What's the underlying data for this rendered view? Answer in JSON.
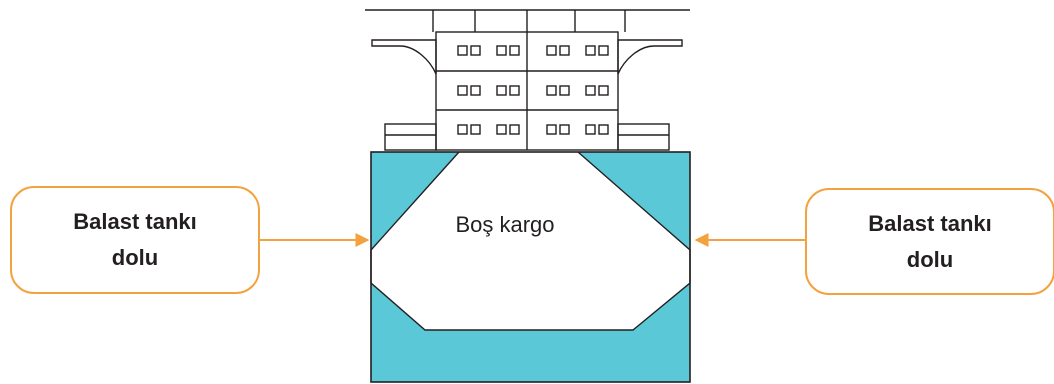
{
  "colors": {
    "ballast": "#5ac8d6",
    "hull_outline": "#231f20",
    "arrow": "#f3a23f",
    "callout_border": "#f3a23f"
  },
  "labels": {
    "cargo": "Boş kargo",
    "left_tank_line1": "Balast tankı",
    "left_tank_line2": "dolu",
    "right_tank_line1": "Balast tankı",
    "right_tank_line2": "dolu"
  }
}
